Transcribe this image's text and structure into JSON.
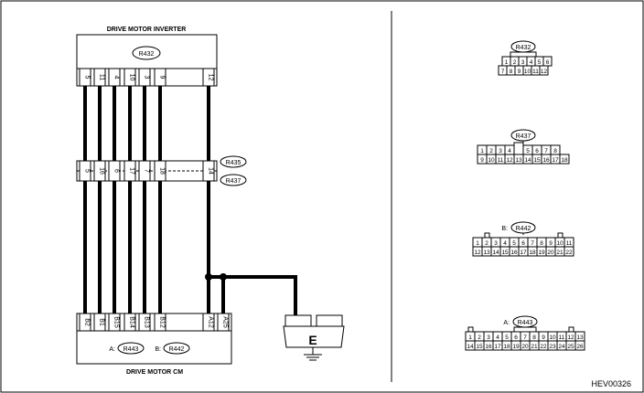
{
  "inverter": {
    "title": "DRIVE MOTOR INVERTER",
    "connector": "R432",
    "pins": [
      "5",
      "11",
      "4",
      "10",
      "3",
      "9",
      "12"
    ]
  },
  "relay": {
    "connector_top": "R435",
    "connector_bottom": "R437",
    "pins": [
      "5",
      "16",
      "6",
      "17",
      "7",
      "18",
      "14"
    ]
  },
  "cm": {
    "title": "DRIVE MOTOR CM",
    "conn_a_label": "A:",
    "conn_a": "R443",
    "conn_b_label": "B:",
    "conn_b": "R442",
    "pins": [
      "B2",
      "B1",
      "B15",
      "B14",
      "B13",
      "B12",
      "A12",
      "A25"
    ]
  },
  "ground": {
    "label": "E"
  },
  "conn_r432": {
    "name": "R432",
    "row1": [
      "1",
      "2",
      "3",
      "4",
      "5",
      "6"
    ],
    "row2": [
      "7",
      "8",
      "9",
      "10",
      "11",
      "12"
    ]
  },
  "conn_r437": {
    "name": "R437",
    "row1": [
      "1",
      "2",
      "3",
      "4",
      "",
      "5",
      "6",
      "7",
      "8"
    ],
    "row2": [
      "9",
      "10",
      "11",
      "12",
      "13",
      "14",
      "15",
      "16",
      "17",
      "18"
    ]
  },
  "conn_r442": {
    "prefix": "B:",
    "name": "R442",
    "row1": [
      "1",
      "2",
      "3",
      "4",
      "5",
      "6",
      "7",
      "8",
      "9",
      "10",
      "11"
    ],
    "row2": [
      "12",
      "13",
      "14",
      "15",
      "16",
      "17",
      "18",
      "19",
      "20",
      "21",
      "22"
    ]
  },
  "conn_r443": {
    "prefix": "A:",
    "name": "R443",
    "row1": [
      "1",
      "2",
      "3",
      "4",
      "5",
      "6",
      "7",
      "8",
      "9",
      "10",
      "11",
      "12",
      "13"
    ],
    "row2": [
      "14",
      "15",
      "16",
      "17",
      "18",
      "19",
      "20",
      "21",
      "22",
      "23",
      "24",
      "25",
      "26"
    ]
  },
  "code": "HEV00326"
}
